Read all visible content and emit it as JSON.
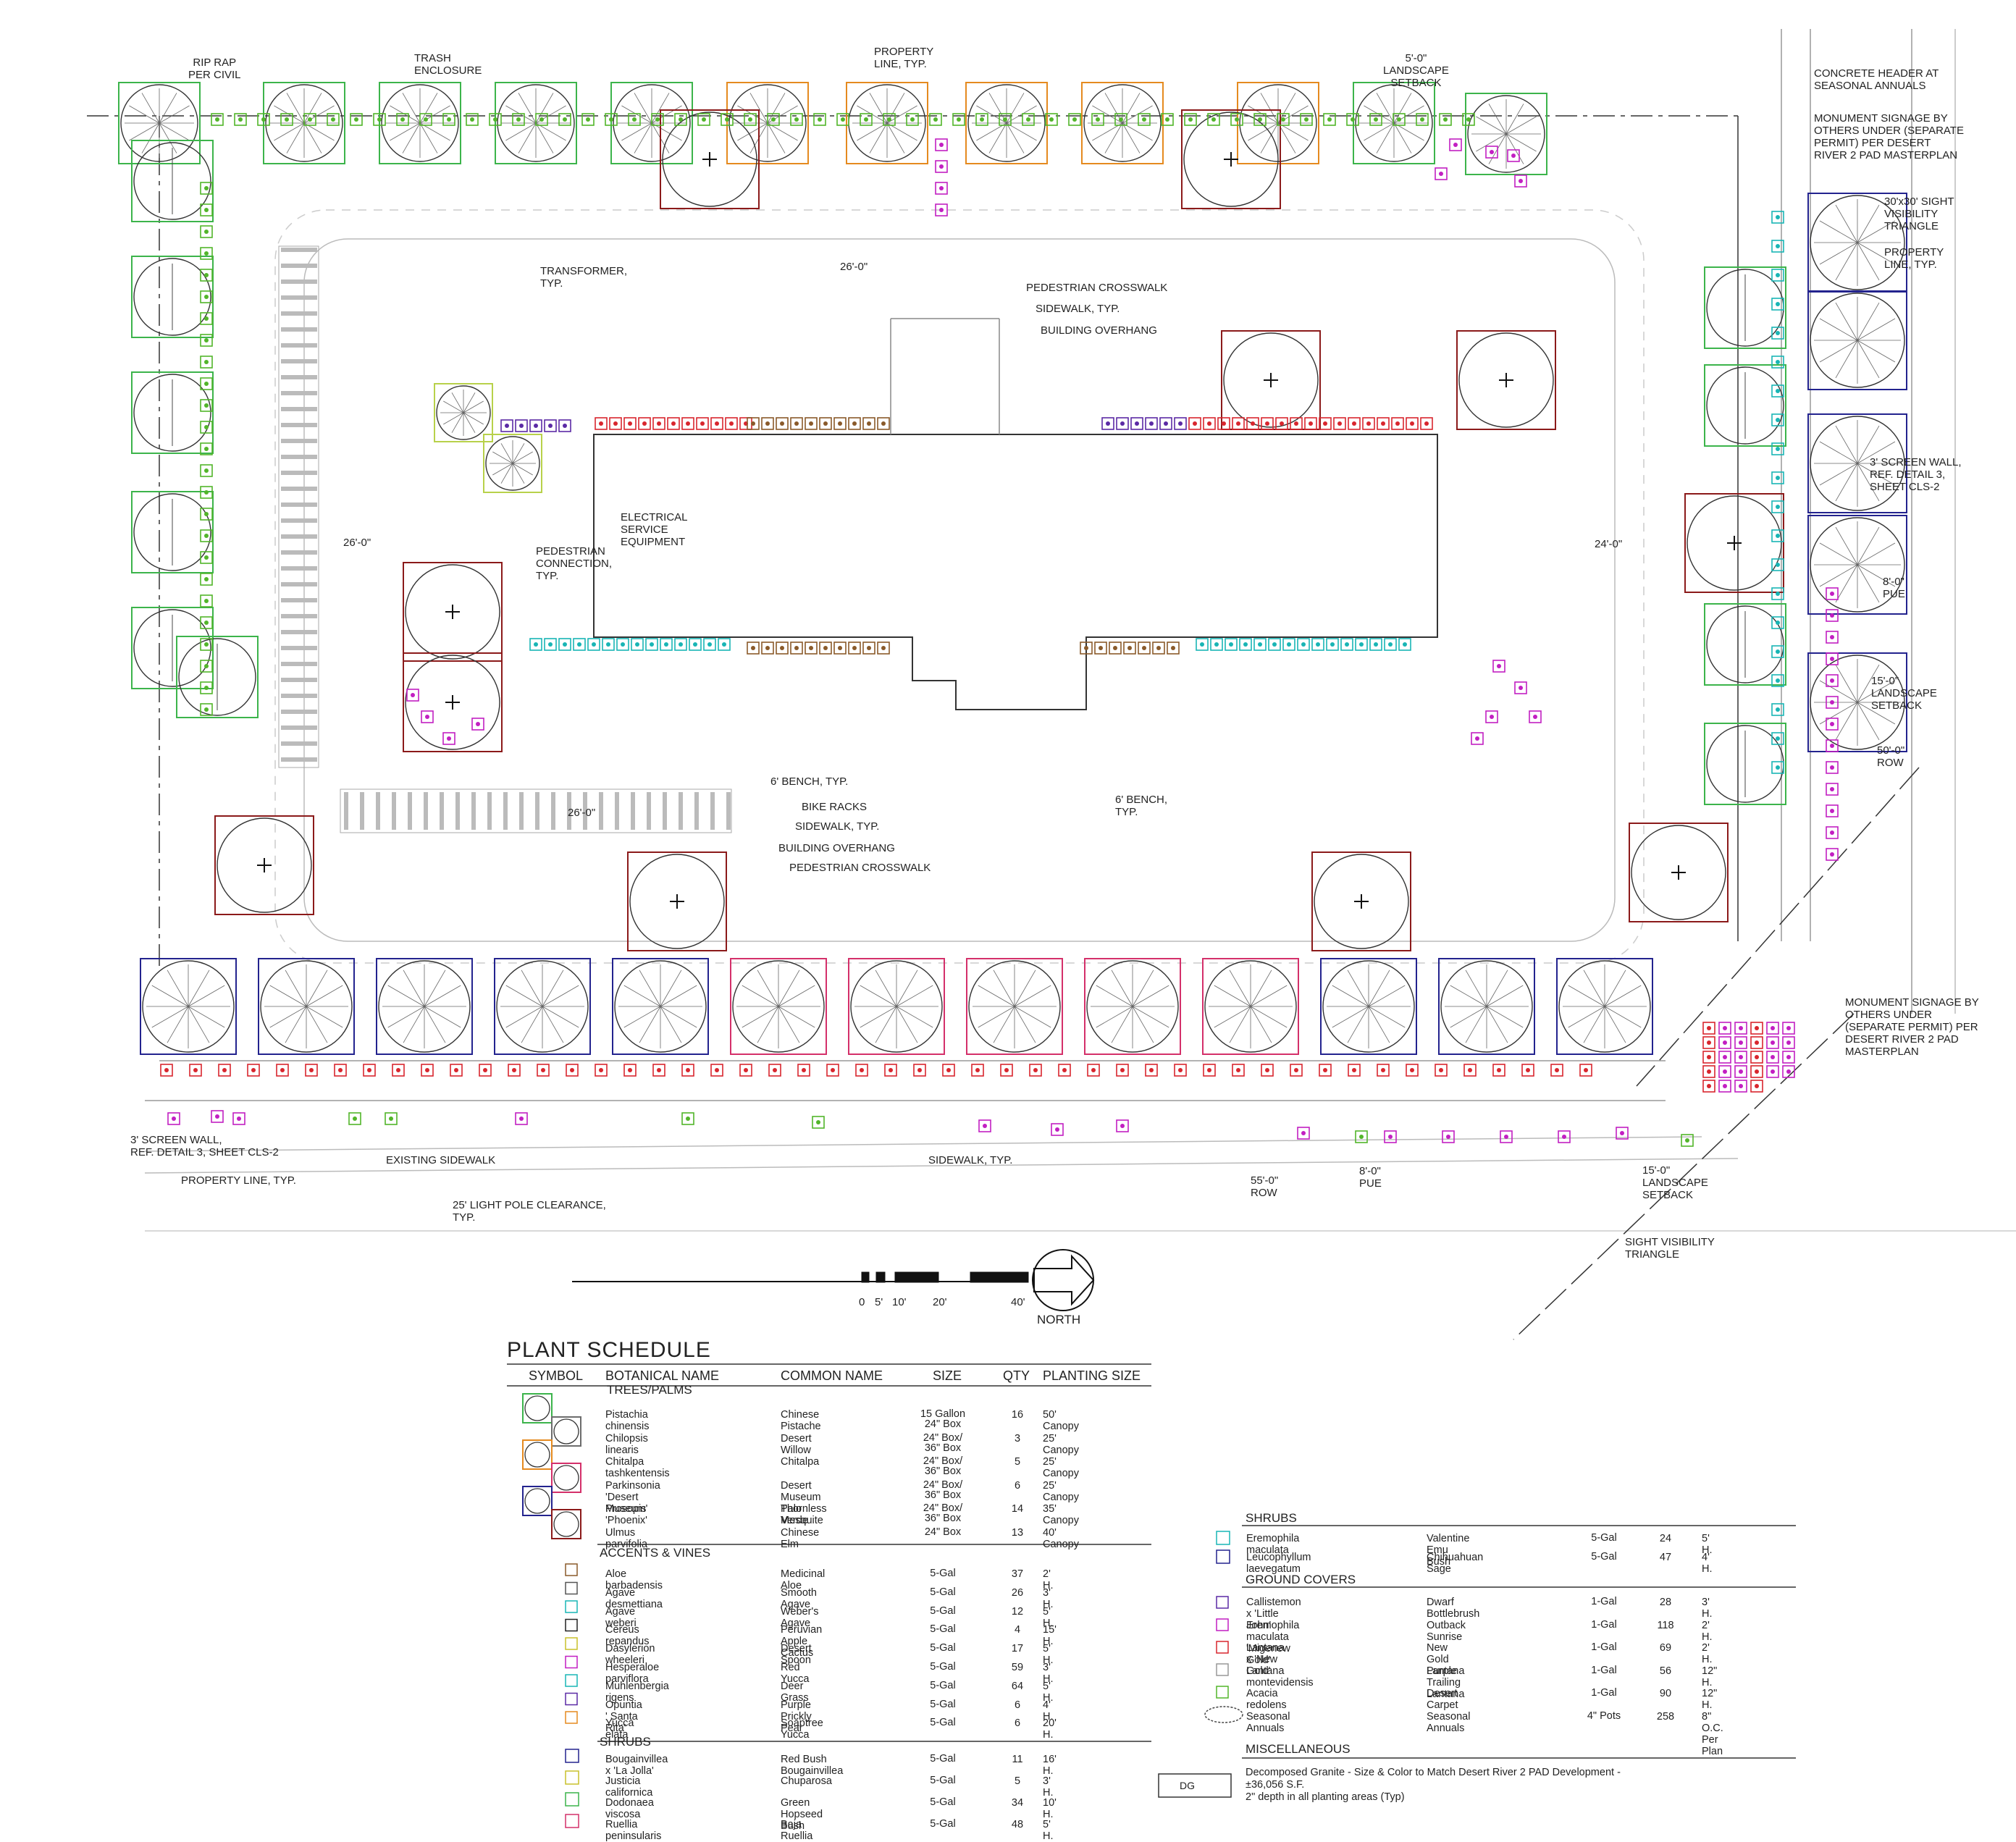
{
  "colors": {
    "pistache": "#3cb44b",
    "willow": "#6c6c6c",
    "chitalpa": "#e58a1f",
    "paloverde": "#d4306a",
    "mesquite": "#23238e",
    "elm": "#8b1a1a",
    "red_yucca": "#c21fc2",
    "deer_grass": "#19b5b5",
    "desert_spoon": "#c9c12a",
    "lantana": "#d8262e",
    "bottlebrush": "#5b2aa5",
    "carpet": "#52b52a",
    "aloe": "#8a5a2a",
    "linework": "#555555"
  },
  "callouts": {
    "rip_rap": "RIP RAP\nPER CIVIL",
    "trash": "TRASH\nENCLOSURE",
    "property_top": "PROPERTY\nLINE, TYP.",
    "landscape_setback_top": "5'-0\"\nLANDSCAPE\nSETBACK",
    "concrete_header": "CONCRETE HEADER AT\nSEASONAL ANNUALS",
    "monument_top": "MONUMENT SIGNAGE BY\nOTHERS UNDER (SEPARATE\nPERMIT) PER DESERT\nRIVER 2 PAD MASTERPLAN",
    "sight_30": "30'x30' SIGHT\nVISIBILITY\nTRIANGLE",
    "property_right": "PROPERTY\nLINE, TYP.",
    "transformer": "TRANSFORMER,\nTYP.",
    "ped_crosswalk_top": "PEDESTRIAN CROSSWALK",
    "sidewalk_top": "SIDEWALK, TYP.",
    "building_overhang_top": "BUILDING OVERHANG",
    "electrical": "ELECTRICAL\nSERVICE\nEQUIPMENT",
    "ped_connection": "PEDESTRIAN\nCONNECTION,\nTYP.",
    "screen_wall_right": "3' SCREEN WALL,\nREF. DETAIL 3,\nSHEET CLS-2",
    "pue_right": "8'-0\"\nPUE",
    "setback_right": "15'-0\"\nLANDSCAPE\nSETBACK",
    "row_right": "50'-0\"\nROW",
    "dim_26_top": "26'-0\"",
    "dim_26_left": "26'-0\"",
    "dim_24": "24'-0\"",
    "dim_26_mid": "26'-0\"",
    "bench_left": "6' BENCH, TYP.",
    "bike_racks": "BIKE RACKS",
    "sidewalk_mid": "SIDEWALK, TYP.",
    "building_overhang_mid": "BUILDING OVERHANG",
    "ped_crosswalk_mid": "PEDESTRIAN CROSSWALK",
    "bench_right": "6' BENCH,\nTYP.",
    "monument_bottom": "MONUMENT SIGNAGE BY\nOTHERS UNDER\n(SEPARATE PERMIT) PER\nDESERT RIVER 2 PAD\nMASTERPLAN",
    "screen_wall_bottom": "3' SCREEN WALL,\nREF. DETAIL 3, SHEET CLS-2",
    "property_bottom": "PROPERTY LINE, TYP.",
    "existing_sidewalk": "EXISTING SIDEWALK",
    "light_pole": "25' LIGHT POLE CLEARANCE,\nTYP.",
    "sidewalk_bottom": "SIDEWALK, TYP.",
    "row_bottom": "55'-0\"\nROW",
    "pue_bottom": "8'-0\"\nPUE",
    "setback_bottom": "15'-0\"\nLANDSCAPE\nSETBACK",
    "sight_bottom": "SIGHT VISIBILITY\nTRIANGLE"
  },
  "scale": {
    "ticks": [
      "0",
      "5'",
      "10'",
      "20'",
      "40'"
    ],
    "north": "NORTH"
  },
  "schedule": {
    "title": "PLANT SCHEDULE",
    "headers": {
      "symbol": "SYMBOL",
      "botanical": "BOTANICAL NAME",
      "common": "COMMON NAME",
      "size": "SIZE",
      "qty": "QTY",
      "planting": "PLANTING SIZE"
    },
    "trees_title": "TREES/PALMS",
    "trees": [
      {
        "botanical": "Pistachia chinensis",
        "common": "Chinese Pistache",
        "size": "15 Gallon\n24\" Box",
        "qty": "16",
        "planting": "50' Canopy"
      },
      {
        "botanical": "Chilopsis linearis",
        "common": "Desert Willow",
        "size": "24\" Box/\n36\" Box",
        "qty": "3",
        "planting": "25' Canopy"
      },
      {
        "botanical": "Chitalpa tashkentensis",
        "common": "Chitalpa",
        "size": "24\" Box/\n36\" Box",
        "qty": "5",
        "planting": "25' Canopy"
      },
      {
        "botanical": "Parkinsonia 'Desert Museum'",
        "common": "Desert Museum Palo Verde",
        "size": "24\" Box/\n36\" Box",
        "qty": "6",
        "planting": "25' Canopy"
      },
      {
        "botanical": "Prosopis 'Phoenix'",
        "common": "Thornless Mesquite",
        "size": "24\" Box/\n36\" Box",
        "qty": "14",
        "planting": "35' Canopy"
      },
      {
        "botanical": "Ulmus parvifolia",
        "common": "Chinese Elm",
        "size": "24\" Box",
        "qty": "13",
        "planting": "40' Canopy"
      }
    ],
    "accents_title": "ACCENTS & VINES",
    "accents": [
      {
        "botanical": "Aloe barbadensis",
        "common": "Medicinal Aloe",
        "size": "5-Gal",
        "qty": "37",
        "planting": "2' H."
      },
      {
        "botanical": "Agave desmettiana",
        "common": "Smooth Agave",
        "size": "5-Gal",
        "qty": "26",
        "planting": "3' H."
      },
      {
        "botanical": "Agave weberi",
        "common": "Weber's Agave",
        "size": "5-Gal",
        "qty": "12",
        "planting": "5' H."
      },
      {
        "botanical": "Cereus repandus",
        "common": "Peruvian Apple Cactus",
        "size": "5-Gal",
        "qty": "4",
        "planting": "15' H."
      },
      {
        "botanical": "Dasylerion wheeleri",
        "common": "Desert Spoon",
        "size": "5-Gal",
        "qty": "17",
        "planting": "5' H."
      },
      {
        "botanical": "Hesperaloe parviflora",
        "common": "Red Yucca",
        "size": "5-Gal",
        "qty": "59",
        "planting": "3' H."
      },
      {
        "botanical": "Muhlenbergia rigens",
        "common": "Deer Grass",
        "size": "5-Gal",
        "qty": "64",
        "planting": "5' H."
      },
      {
        "botanical": "Opuntia ' Santa Rita'",
        "common": "Purple Prickly Pear",
        "size": "5-Gal",
        "qty": "6",
        "planting": "4' H."
      },
      {
        "botanical": "Yucca elata",
        "common": "Soaptree Yucca",
        "size": "5-Gal",
        "qty": "6",
        "planting": "20' H."
      }
    ],
    "shrubs_title": "SHRUBS",
    "shrubs": [
      {
        "botanical": "Bougainvillea x 'La Jolla'",
        "common": "Red Bush Bougainvillea",
        "size": "5-Gal",
        "qty": "11",
        "planting": "16' H."
      },
      {
        "botanical": "Justicia californica",
        "common": "Chuparosa",
        "size": "5-Gal",
        "qty": "5",
        "planting": "3' H."
      },
      {
        "botanical": "Dodonaea viscosa",
        "common": "Green Hopseed Bush",
        "size": "5-Gal",
        "qty": "34",
        "planting": "10' H."
      },
      {
        "botanical": "Ruellia peninsularis",
        "common": "Baja Ruellia",
        "size": "5-Gal",
        "qty": "48",
        "planting": "5' H."
      }
    ],
    "shrubs2_title": "SHRUBS",
    "shrubs2": [
      {
        "botanical": "Eremophila maculata",
        "common": "Valentine Emu Bush",
        "size": "5-Gal",
        "qty": "24",
        "planting": "5' H."
      },
      {
        "botanical": "Leucophyllum laevegatum",
        "common": "Chihuahuan Sage",
        "size": "5-Gal",
        "qty": "47",
        "planting": "4' H."
      }
    ],
    "ground_title": "GROUND COVERS",
    "ground": [
      {
        "botanical": "Callistemon x 'Little John'",
        "common": "Dwarf Bottlebrush",
        "size": "1-Gal",
        "qty": "28",
        "planting": "3' H."
      },
      {
        "botanical": "Eremophila maculata\n'Migenew Gold'",
        "common": "Outback Sunrise",
        "size": "1-Gal",
        "qty": "118",
        "planting": "2' H."
      },
      {
        "botanical": "Lantana x 'New Gold'",
        "common": "New Gold Lantana",
        "size": "1-Gal",
        "qty": "69",
        "planting": "2' H."
      },
      {
        "botanical": "Lantana montevidensis",
        "common": "Purple Trailing Lantana",
        "size": "1-Gal",
        "qty": "56",
        "planting": "12\" H."
      },
      {
        "botanical": "Acacia redolens",
        "common": "Desert Carpet",
        "size": "1-Gal",
        "qty": "90",
        "planting": "12\" H."
      },
      {
        "botanical": "Seasonal Annuals",
        "common": "Seasonal Annuals",
        "size": "4\" Pots",
        "qty": "258",
        "planting": "8\" O.C. Per Plan"
      }
    ],
    "misc_title": "MISCELLANEOUS",
    "misc_symbol": "DG",
    "misc_text": "Decomposed Granite - Size & Color to Match Desert River 2 PAD Development -\n±36,056 S.F.\n2\" depth in all planting areas (Typ)"
  }
}
